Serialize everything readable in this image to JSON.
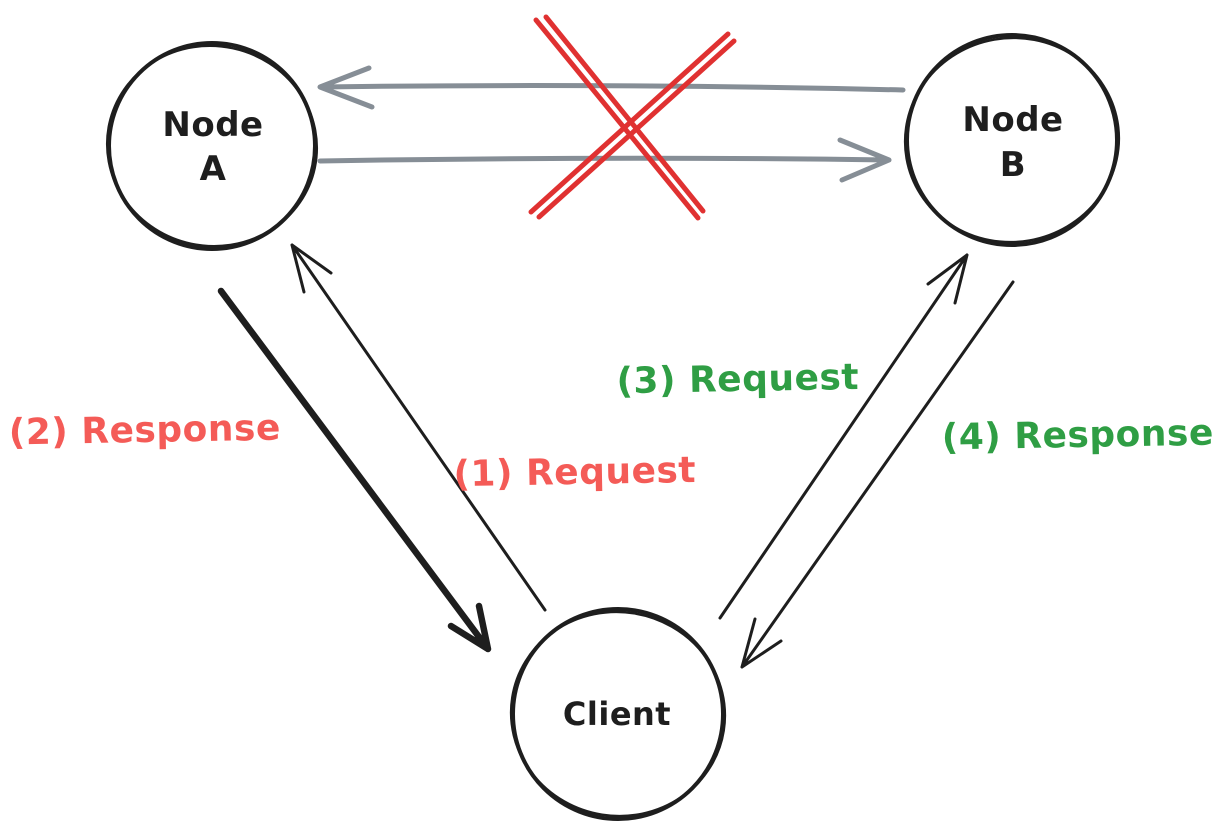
{
  "nodes": {
    "node_a": {
      "line1": "Node",
      "line2": "A"
    },
    "node_b": {
      "line1": "Node",
      "line2": "B"
    },
    "client": {
      "label": "Client"
    }
  },
  "edge_labels": {
    "request_1": "(1) Request",
    "response_2": "(2) Response",
    "request_3": "(3) Request",
    "response_4": "(4) Response"
  },
  "colors": {
    "ink": "#1e1e1e",
    "node_fill": "#ffffff",
    "gray_arrow": "#868e96",
    "cross_red": "#e03131",
    "red_label": "#f45b57",
    "green_label": "#2f9e44",
    "background": "#ffffff"
  }
}
